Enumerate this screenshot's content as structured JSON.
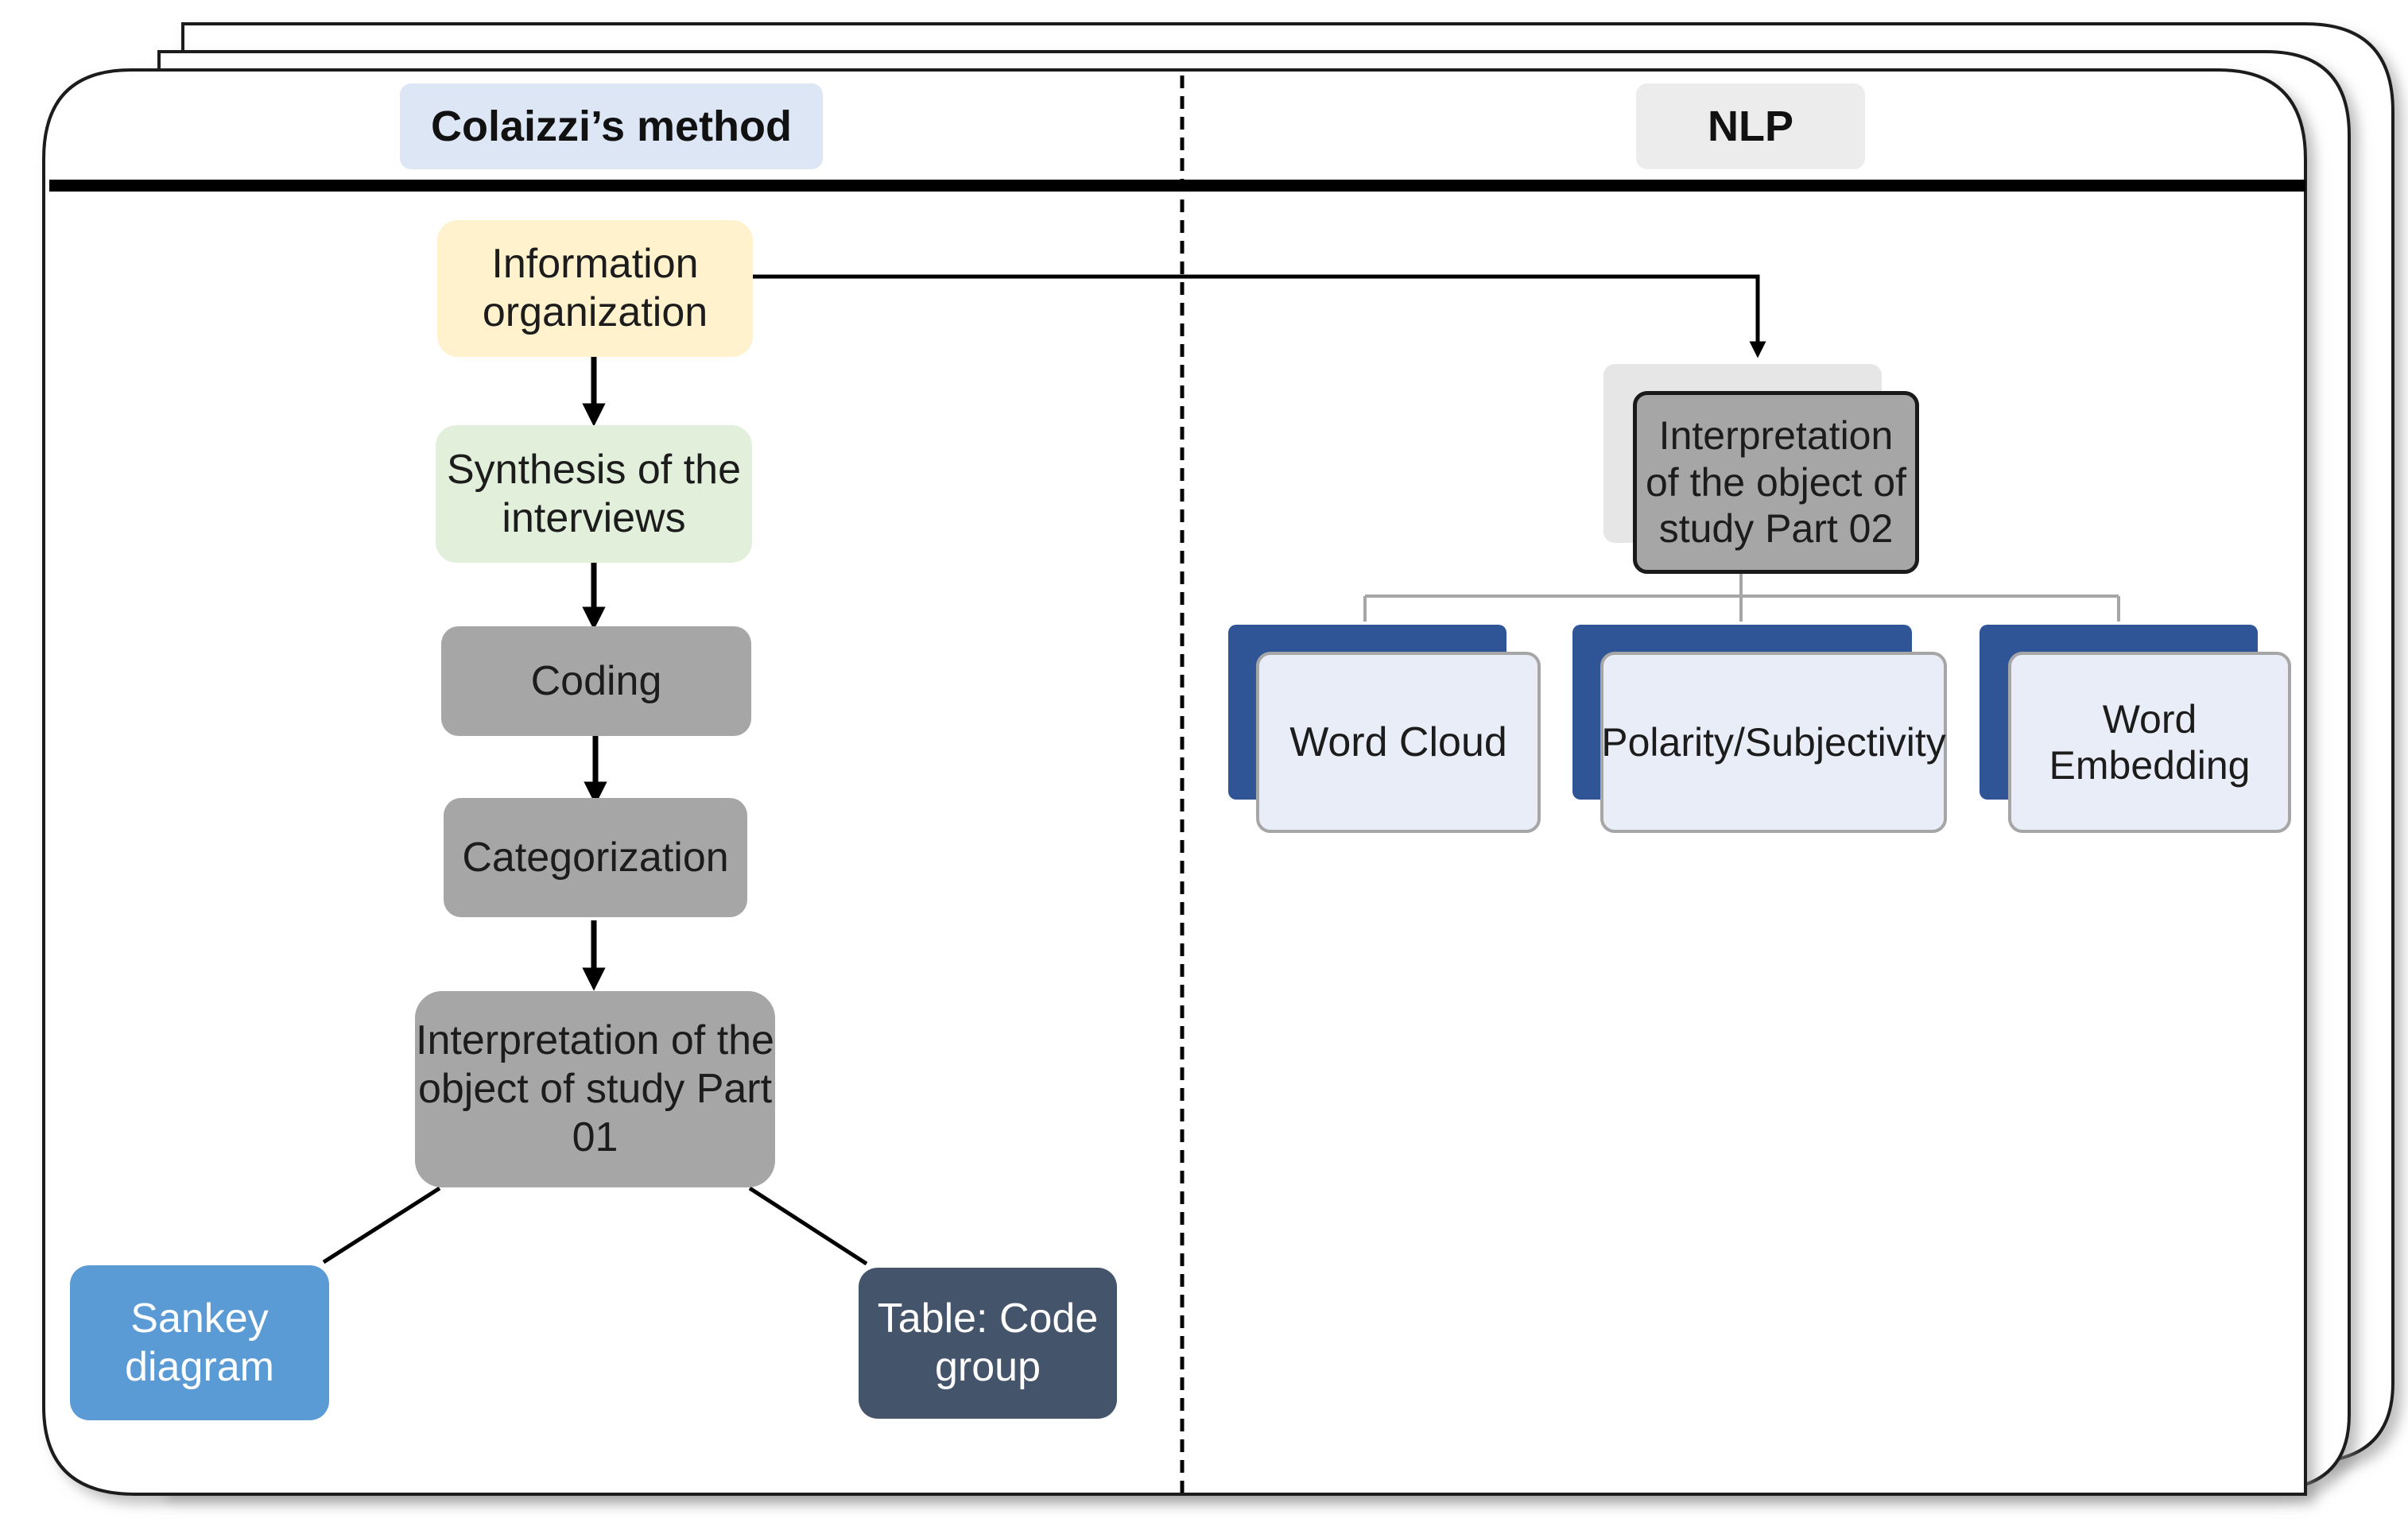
{
  "headers": {
    "left": "Colaizzi’s method",
    "right": "NLP"
  },
  "left_flow": {
    "step1": [
      "Information",
      "organization"
    ],
    "step2": [
      "Synthesis of the",
      "interviews"
    ],
    "step3": "Coding",
    "step4": "Categorization",
    "step5": [
      "Interpretation of the",
      "object of study Part",
      "01"
    ],
    "out_left": [
      "Sankey",
      "diagram"
    ],
    "out_right": [
      "Table: Code",
      "group"
    ]
  },
  "right_flow": {
    "main": [
      "Interpretation",
      "of the object of",
      "study Part 02"
    ],
    "children": [
      [
        "Word Cloud"
      ],
      [
        "Polarity/Subjectivity"
      ],
      [
        "Word",
        "Embedding"
      ]
    ]
  },
  "colors": {
    "header_left_bg": "#dce6f4",
    "header_right_bg": "#ececec",
    "info_org": "#fff2cc",
    "synthesis": "#e2efda",
    "gray_box": "#a6a6a6",
    "sankey": "#5b9bd5",
    "table_box": "#44546a",
    "nlp_accent": "#2f5597",
    "nlp_child_bg": "#e9edf7"
  }
}
